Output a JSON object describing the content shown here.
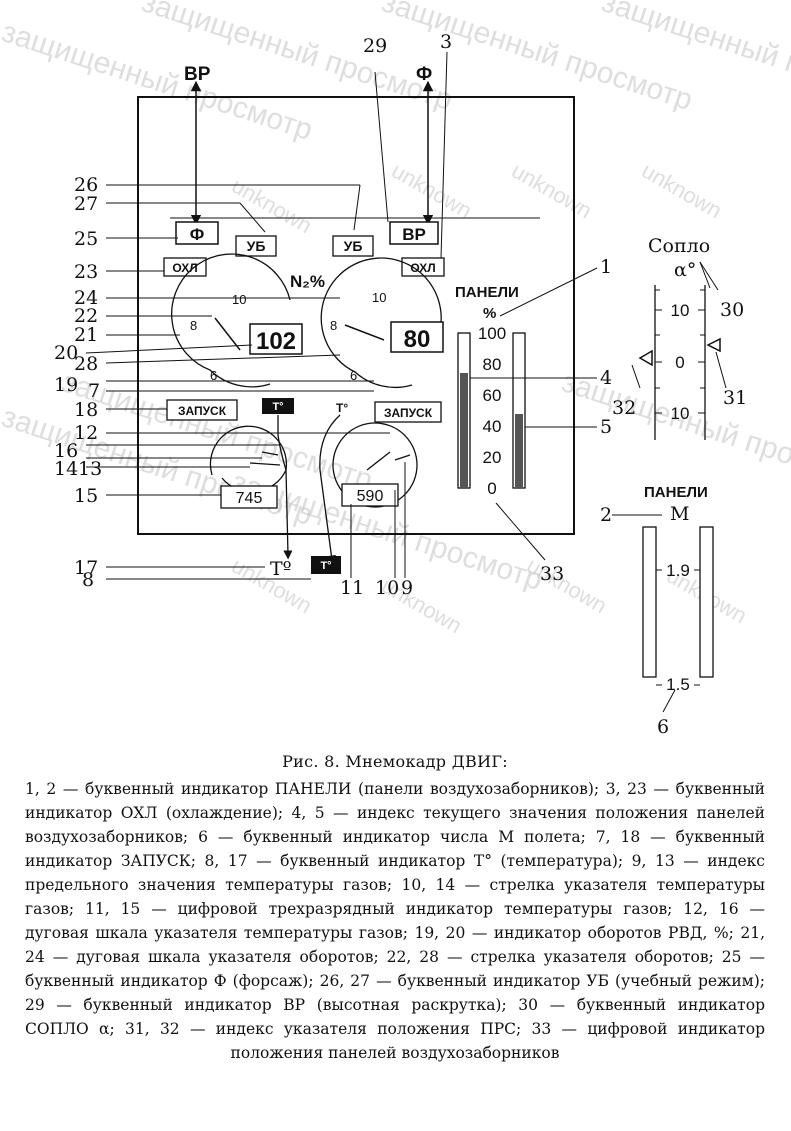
{
  "watermark": {
    "preview": "защищенный просмотр",
    "unknown": "unknown"
  },
  "panel": {
    "top_labels": {
      "vr": "ВР",
      "f": "Ф"
    },
    "ind_f": "Ф",
    "ind_ub": "УБ",
    "ind_vr": "ВР",
    "ind_ohl": "ОХЛ",
    "ind_zapusk": "ЗАПУСК",
    "n2_label": "N₂%",
    "panels_label": "ПАНЕЛИ",
    "percent_label": "%",
    "rpm_left_value": "102",
    "rpm_right_value": "80",
    "temp_left_value": "745",
    "temp_right_value": "590",
    "temp_symbol": "T°",
    "temp_symbol_big": "Tº",
    "dial_ticks": {
      "t10": "10",
      "t8": "8",
      "t6": "6"
    },
    "bar_scale": [
      "100",
      "80",
      "60",
      "40",
      "20",
      "0"
    ]
  },
  "nozzle": {
    "title": "Сопло",
    "alpha": "α°",
    "scale": [
      "10",
      "0",
      "10"
    ]
  },
  "mach": {
    "title": "ПАНЕЛИ",
    "m": "М",
    "scale": [
      "1.9",
      "1.5"
    ]
  },
  "callouts": {
    "c1": "1",
    "c2": "2",
    "c3": "3",
    "c4": "4",
    "c5": "5",
    "c6": "6",
    "c7": "7",
    "c8": "8",
    "c9": "9",
    "c10": "10",
    "c11": "11",
    "c12": "12",
    "c13": "13",
    "c14": "14",
    "c15": "15",
    "c16": "16",
    "c17": "17",
    "c18": "18",
    "c19": "19",
    "c20": "20",
    "c21": "21",
    "c22": "22",
    "c23": "23",
    "c24": "24",
    "c25": "25",
    "c26": "26",
    "c27": "27",
    "c28": "28",
    "c29": "29",
    "c30": "30",
    "c31": "31",
    "c32": "32",
    "c33": "33"
  },
  "caption": {
    "title": "Рис. 8. Мнемокадр ДВИГ:",
    "text": "1, 2 — буквенный индикатор ПАНЕЛИ (панели воздухозаборников); 3, 23 — буквенный индикатор ОХЛ (охлаждение); 4, 5 — индекс текущего значения положения панелей воздухозаборников; 6 — буквенный индикатор числа М полета; 7, 18 — буквенный индикатор ЗАПУСК; 8, 17 — буквенный индикатор T° (температура); 9, 13 — индекс предельного значения температуры газов; 10, 14 — стрелка указателя температуры газов; 11, 15 — цифровой трехразрядный индикатор температуры газов; 12, 16 — дуговая шкала указателя температуры газов; 19, 20 — индикатор оборотов РВД, %; 21, 24 — дуговая шкала указателя оборотов; 22, 28 — стрелка указателя оборотов; 25 — буквенный индикатор Ф (форсаж); 26, 27 — буквенный индикатор УБ (учебный режим); 29 — буквенный индикатор ВР (высотная раскрутка); 30 — буквенный индикатор СОПЛО α; 31, 32 — индекс указателя положения ПРС; 33 — цифровой индикатор положения панелей воздухозаборников"
  }
}
